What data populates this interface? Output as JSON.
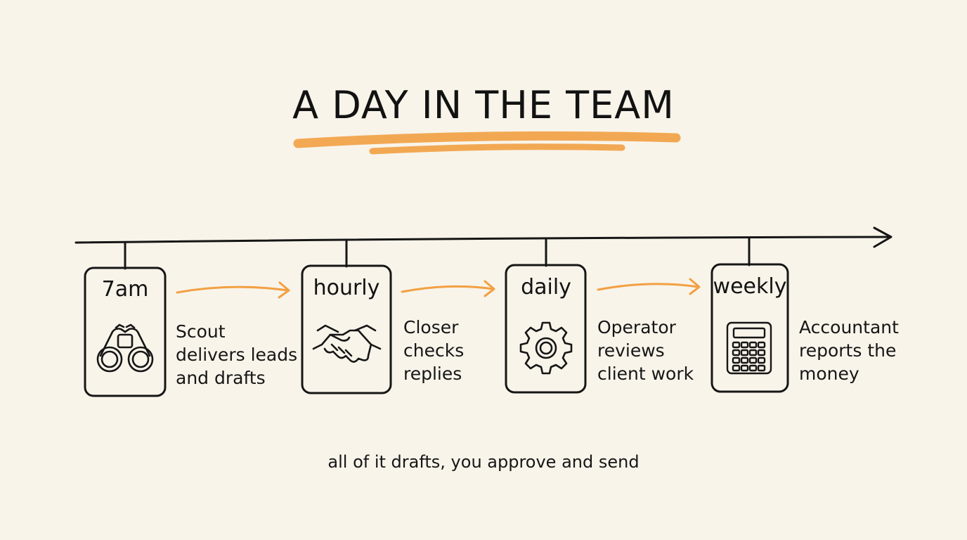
{
  "title": "A DAY IN THE TEAM",
  "colors": {
    "accent": "#f2a043",
    "ink": "#161616",
    "paper": "#f8f4ea"
  },
  "steps": [
    {
      "time": "7am",
      "icon": "binoculars-icon",
      "description": "Scout delivers leads and drafts"
    },
    {
      "time": "hourly",
      "icon": "handshake-icon",
      "description": "Closer checks replies"
    },
    {
      "time": "daily",
      "icon": "gear-icon",
      "description": "Operator reviews client work"
    },
    {
      "time": "weekly",
      "icon": "calculator-icon",
      "description": "Accountant reports the money"
    }
  ],
  "footer": "all of it drafts, you approve and send"
}
